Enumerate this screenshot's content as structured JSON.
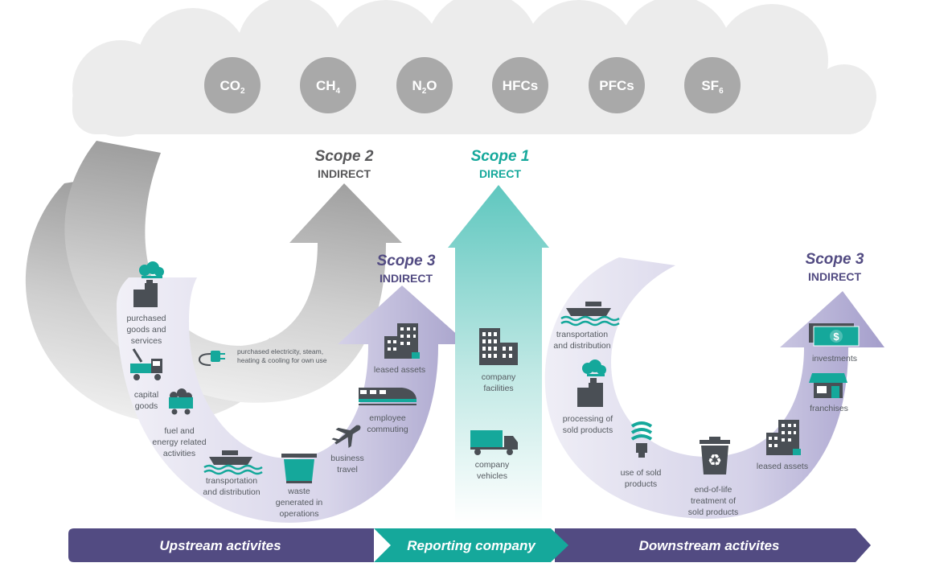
{
  "gases": [
    {
      "base": "CO",
      "sub": "2"
    },
    {
      "base": "CH",
      "sub": "4"
    },
    {
      "base": "N",
      "sub": "2",
      "tail": "O"
    },
    {
      "base": "HFCs",
      "sub": ""
    },
    {
      "base": "PFCs",
      "sub": ""
    },
    {
      "base": "SF",
      "sub": "6"
    }
  ],
  "scopes": {
    "scope2": {
      "title": "Scope 2",
      "subtitle": "INDIRECT"
    },
    "scope1": {
      "title": "Scope 1",
      "subtitle": "DIRECT"
    },
    "scope3_up": {
      "title": "Scope 3",
      "subtitle": "INDIRECT"
    },
    "scope3_down": {
      "title": "Scope 3",
      "subtitle": "INDIRECT"
    }
  },
  "upstream": {
    "purchased_goods": [
      "purchased",
      "goods and",
      "services"
    ],
    "capital_goods": [
      "capital",
      "goods"
    ],
    "fuel_energy": [
      "fuel and",
      "energy related",
      "activities"
    ],
    "transport": [
      "transportation",
      "and distribution"
    ],
    "waste": [
      "waste",
      "generated in",
      "operations"
    ],
    "business_travel": [
      "business",
      "travel"
    ],
    "employee_commuting": [
      "employee",
      "commuting"
    ],
    "leased_assets": [
      "leased assets"
    ],
    "electricity": [
      "purchased electricity, steam,",
      "heating & cooling for own use"
    ]
  },
  "company": {
    "facilities": [
      "company",
      "facilities"
    ],
    "vehicles": [
      "company",
      "vehicles"
    ]
  },
  "downstream": {
    "transport": [
      "transportation",
      "and distribution"
    ],
    "processing": [
      "processing of",
      "sold products"
    ],
    "use": [
      "use of sold",
      "products"
    ],
    "end_of_life": [
      "end-of-life",
      "treatment of",
      "sold products"
    ],
    "leased_assets": [
      "leased assets"
    ],
    "franchises": [
      "franchises"
    ],
    "investments": [
      "investments"
    ]
  },
  "icons": {
    "dollar": "$",
    "recycle": "♻"
  },
  "bar": {
    "upstream": "Upstream activites",
    "reporting": "Reporting company",
    "downstream": "Downstream activites"
  },
  "colors": {
    "purple": "#524b82",
    "teal": "#15a89b",
    "gray_circle": "#a9a9a9",
    "scope2_text": "#58585a"
  }
}
